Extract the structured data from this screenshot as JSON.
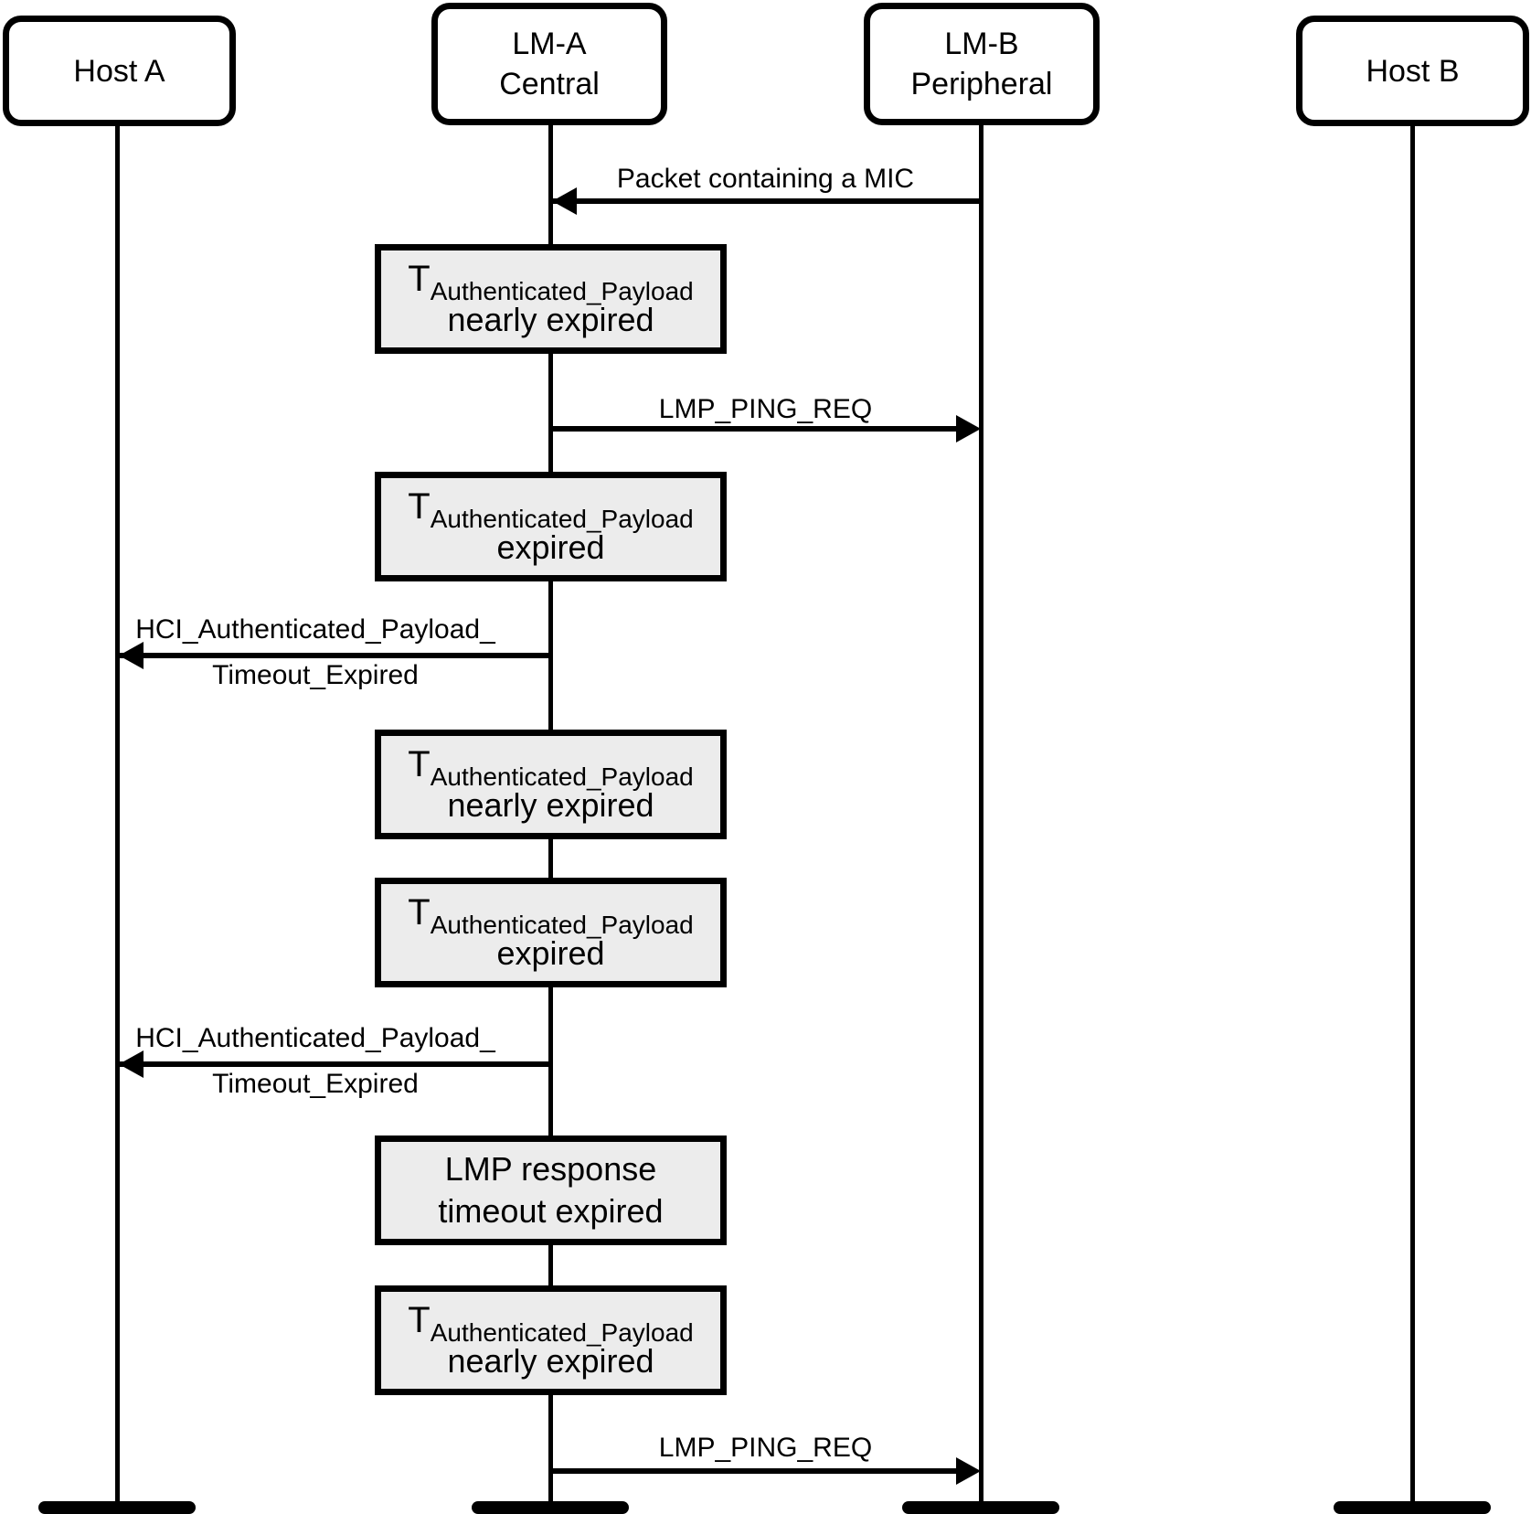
{
  "actors": [
    {
      "lines": [
        "Host A"
      ]
    },
    {
      "lines": [
        "LM-A",
        "Central"
      ]
    },
    {
      "lines": [
        "LM-B",
        "Peripheral"
      ]
    },
    {
      "lines": [
        "Host B"
      ]
    }
  ],
  "messages": [
    {
      "label": "Packet containing a MIC",
      "from": "LM-B Peripheral",
      "to": "LM-A Central",
      "direction": "left"
    },
    {
      "label": "LMP_PING_REQ",
      "from": "LM-A Central",
      "to": "LM-B Peripheral",
      "direction": "right"
    },
    {
      "label_line1": "HCI_Authenticated_Payload_",
      "label_line2": "Timeout_Expired",
      "from": "LM-A Central",
      "to": "Host A",
      "direction": "left"
    },
    {
      "label_line1": "HCI_Authenticated_Payload_",
      "label_line2": "Timeout_Expired",
      "from": "LM-A Central",
      "to": "Host A",
      "direction": "left"
    },
    {
      "label": "LMP_PING_REQ",
      "from": "LM-A Central",
      "to": "LM-B Peripheral",
      "direction": "right"
    }
  ],
  "events": [
    {
      "timer_symbol": "T",
      "timer_subscript": "Authenticated_Payload",
      "status": "nearly expired"
    },
    {
      "timer_symbol": "T",
      "timer_subscript": "Authenticated_Payload",
      "status": "expired"
    },
    {
      "timer_symbol": "T",
      "timer_subscript": "Authenticated_Payload",
      "status": "nearly expired"
    },
    {
      "timer_symbol": "T",
      "timer_subscript": "Authenticated_Payload",
      "status": "expired"
    },
    {
      "line1": "LMP response",
      "line2": "timeout expired"
    },
    {
      "timer_symbol": "T",
      "timer_subscript": "Authenticated_Payload",
      "status": "nearly expired"
    }
  ],
  "colors": {
    "event_box_fill": "#ececec",
    "actor_box_fill": "#ffffff",
    "line_color": "#000000",
    "background": "#ffffff"
  }
}
